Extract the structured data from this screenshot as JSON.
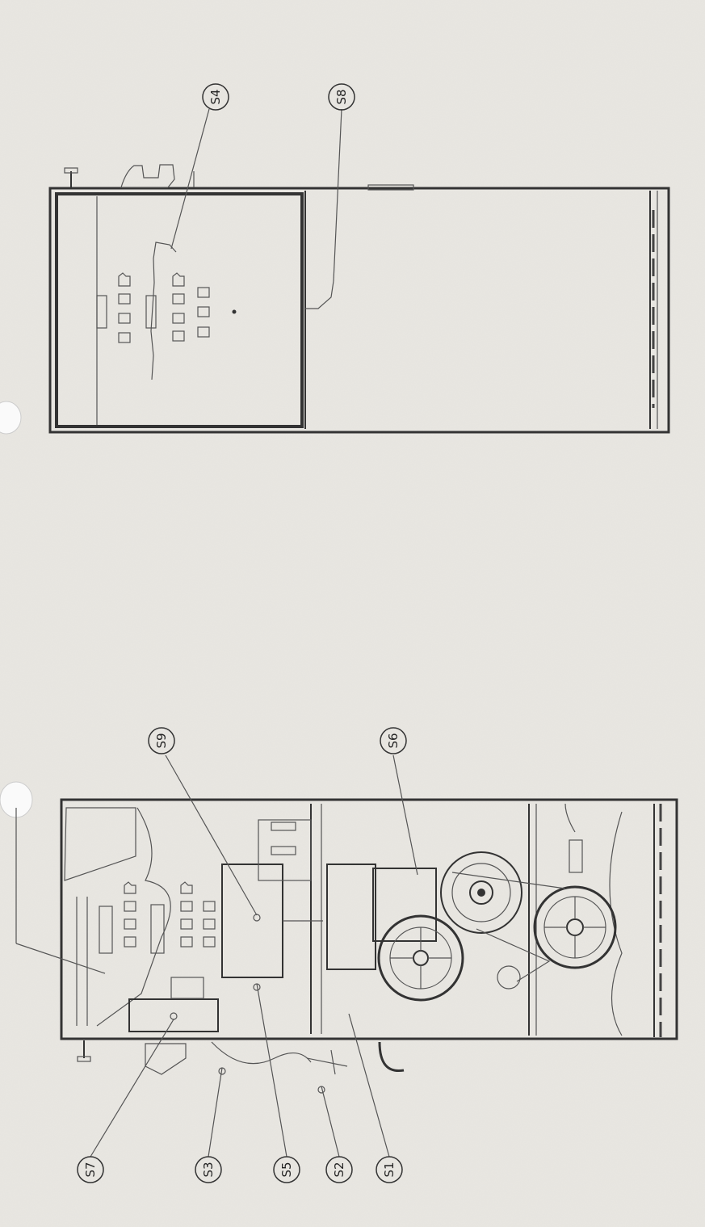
{
  "callouts": {
    "s1": "S1",
    "s2": "S2",
    "s3": "S3",
    "s4": "S4",
    "s5": "S5",
    "s6": "S6",
    "s7": "S7",
    "s8": "S8",
    "s9": "S9"
  }
}
